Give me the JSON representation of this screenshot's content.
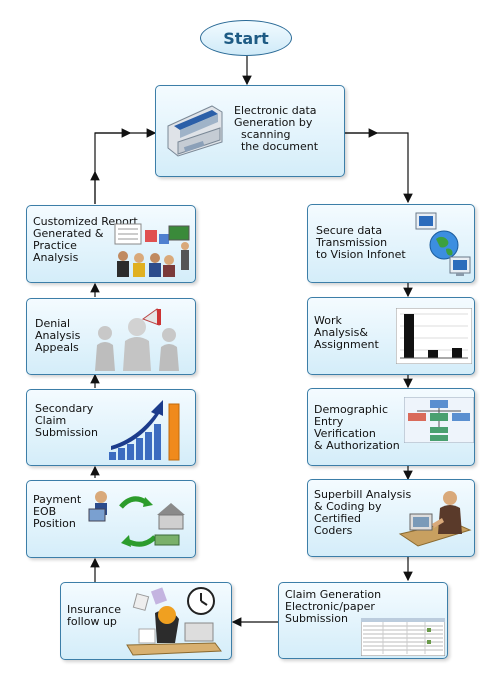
{
  "start": {
    "label": "Start"
  },
  "steps": {
    "scan": "Electronic data\nGeneration by\n  scanning\n  the document",
    "transmit": "Secure data\nTransmission\nto Vision Infonet",
    "work": "Work\nAnalysis&\nAssignment",
    "demographic": "Demographic\nEntry\nVerification\n& Authorization",
    "superbill": "Superbill Analysis\n& Coding by\nCertified\nCoders",
    "claim": "Claim Generation\nElectronic/paper\nSubmission",
    "insurance": "Insurance\nfollow up",
    "payment": "Payment\nEOB\nPosition",
    "secondary": "Secondary\nClaim\nSubmission",
    "denial": "Denial\nAnalysis\nAppeals",
    "report": "Customized Report\nGenerated &\nPractice\nAnalysis"
  },
  "colors": {
    "border": "#3c7ea8",
    "fill_top": "#f4fbff",
    "fill_bottom": "#d4edf9",
    "arrow": "#111111",
    "bar": "#111111"
  },
  "icons": {
    "scan": "scanner-icon",
    "transmit": "network-computers-icon",
    "work": "bar-chart-icon",
    "demographic": "org-chart-icon",
    "superbill": "coder-at-desk-icon",
    "claim": "spreadsheet-icon",
    "insurance": "clock-paperwork-icon",
    "payment": "payment-house-icon",
    "secondary": "growth-chart-icon",
    "denial": "megaphone-group-icon",
    "report": "presentation-icon"
  }
}
